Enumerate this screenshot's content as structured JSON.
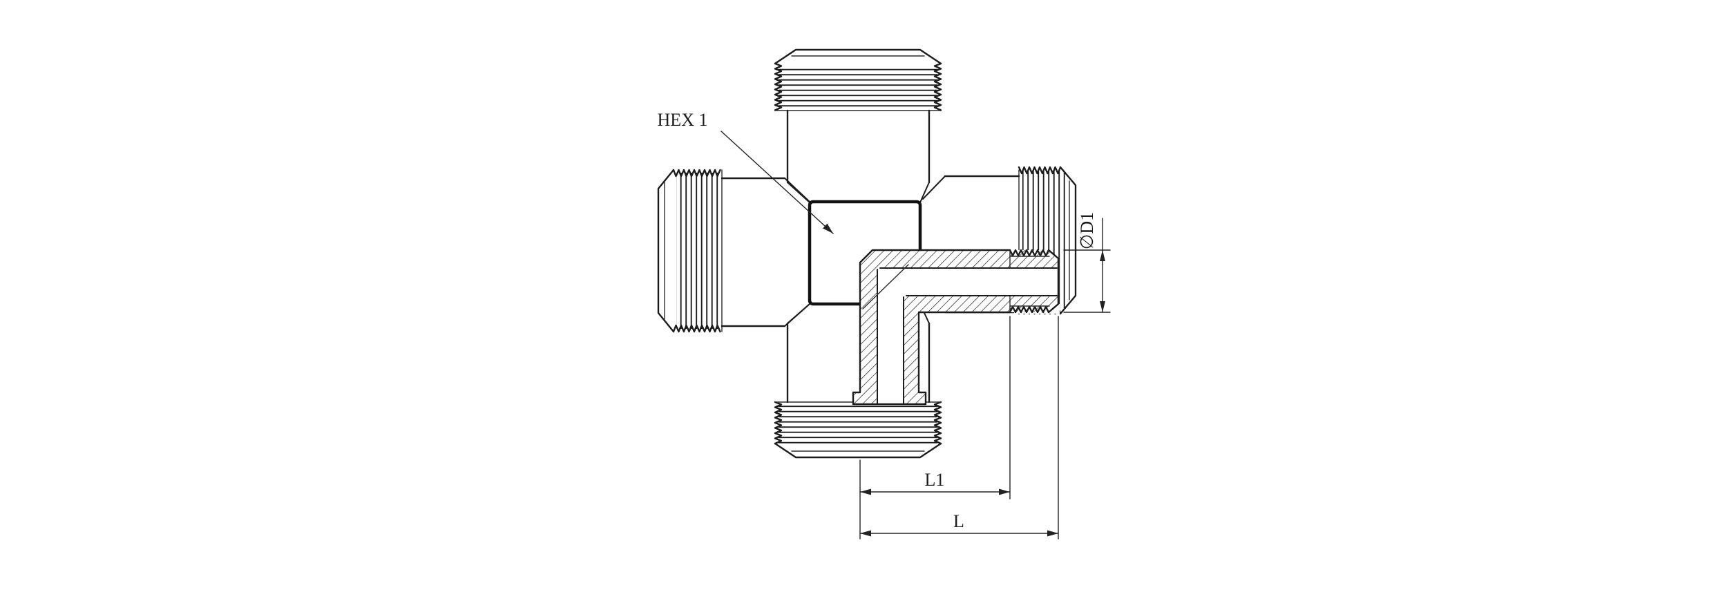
{
  "drawing": {
    "labels": {
      "hex": "HEX 1",
      "diameter": "∅D1",
      "length_inner": "L1",
      "length_overall": "L"
    },
    "colors": {
      "line": "#1c1c1c",
      "background": "#ffffff"
    }
  }
}
